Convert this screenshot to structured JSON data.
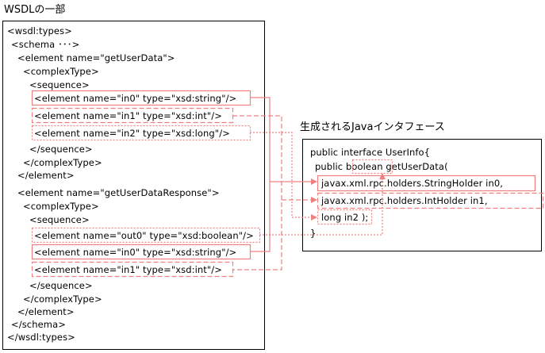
{
  "wsdl_title": "WSDLの一部",
  "java_title": "生成されるJavaインタフェース",
  "wsdl_lines": [
    "<wsdl:types>",
    "<schema ･･･>",
    "<element name=\"getUserData\">",
    "<complexType>",
    "<sequence>",
    "<element name=\"in0\" type=\"xsd:string\"/>",
    "<element name=\"in1\" type=\"xsd:int\"/>",
    "<element name=\"in2\" type=\"xsd:long\"/>",
    "</sequence>",
    "</complexType>",
    "</element>",
    "<element name=\"getUserDataResponse\">",
    "<complexType>",
    "<sequence>",
    "<element name=\"out0\" type=\"xsd:boolean\"/>",
    "<element name=\"in0\" type=\"xsd:string\"/>",
    "<element name=\"in1\" type=\"xsd:int\"/>",
    "</sequence>",
    "</complexType>",
    "</element>",
    "</schema>",
    "</wsdl:types>"
  ],
  "java_lines": {
    "l0": "public interface UserInfo{",
    "l1_pre": "public ",
    "l1_bool": "boolean",
    "l1_post": " getUserData(",
    "l2": "javax.xml.rpc.holders.StringHolder in0,",
    "l3": "javax.xml.rpc.holders.IntHolder in1,",
    "l4": "long in2 );",
    "l5": "}"
  },
  "colors": {
    "highlight": "#f08080",
    "border": "#000000"
  }
}
